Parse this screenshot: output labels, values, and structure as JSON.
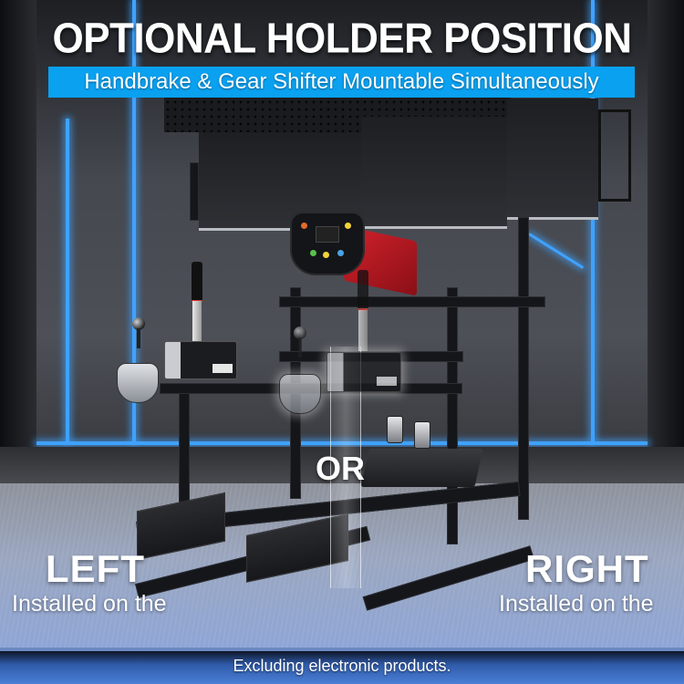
{
  "header": {
    "title": "OPTIONAL HOLDER POSITION",
    "subtitle": "Handbrake & Gear Shifter Mountable Simultaneously"
  },
  "center": {
    "separator": "OR"
  },
  "left_label": {
    "title": "LEFT",
    "caption": "Installed on the"
  },
  "right_label": {
    "title": "RIGHT",
    "caption": "Installed on the"
  },
  "footer": {
    "note": "Excluding electronic products."
  },
  "colors": {
    "subtitle_bar": "#0aa1f0",
    "neon_accent": "#3fa2ff",
    "text": "#ffffff",
    "wheelbase_red": "#d3222c"
  },
  "product_parts": [
    "triple-monitor-stand",
    "steering-wheel",
    "wheel-base",
    "handbrake",
    "gear-shifter",
    "pedals",
    "aluminum-profile-frame",
    "seat-mount-brackets"
  ]
}
